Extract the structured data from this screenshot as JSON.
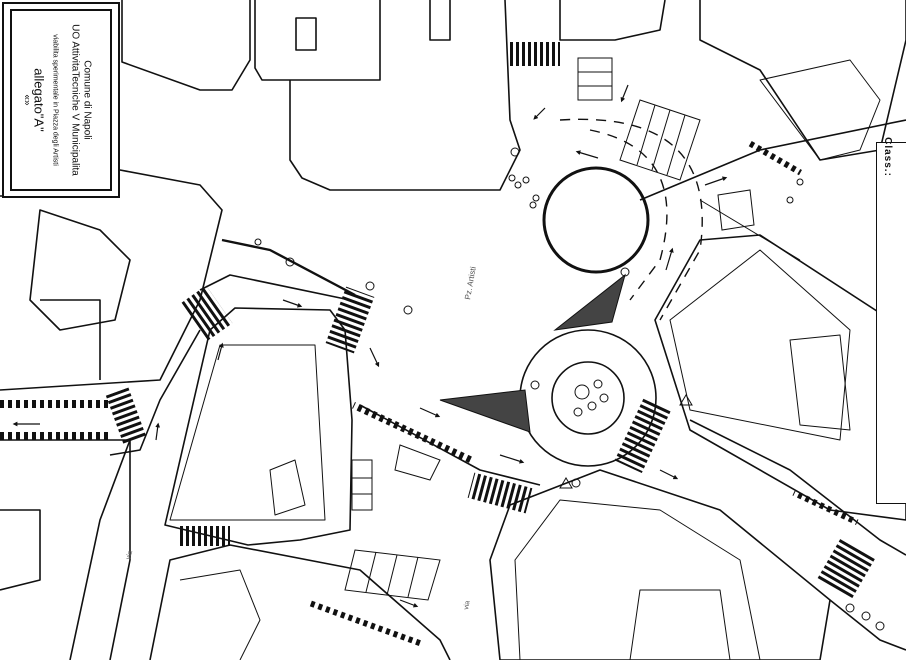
{
  "title_block": {
    "line1": "Comune di Napoli",
    "line2": "UO AttivitaTecniche V Municipalita",
    "line3": "viabilita sperimentale in Piazza degli Artisti",
    "line4": "allegato\"A\"",
    "line5": "«»"
  },
  "class_label": "Class.:",
  "map_labels": {
    "piazza": "Pz. Artisti",
    "street_left": "via",
    "street_bottom": "via"
  },
  "colors": {
    "ink": "#111111",
    "paper": "#ffffff",
    "hatch": "#555555"
  }
}
